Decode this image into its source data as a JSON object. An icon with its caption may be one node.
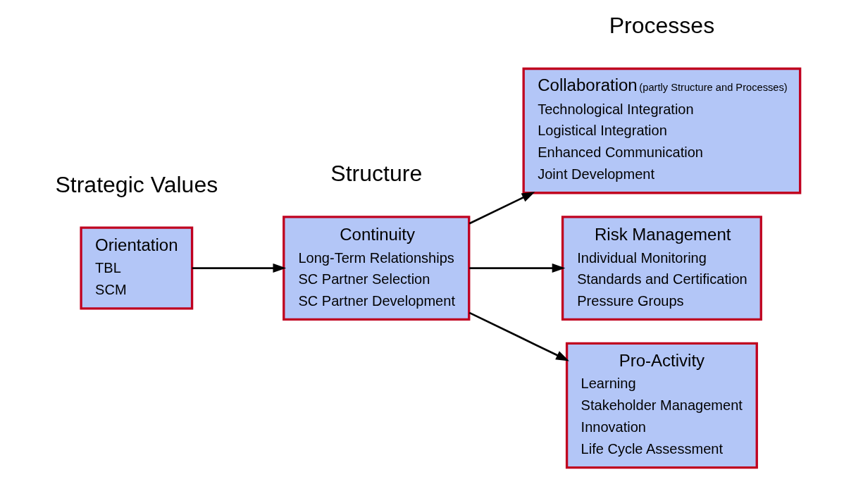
{
  "diagram": {
    "nodes": [
      {
        "text": [
          "Orientation",
          "TBL",
          "SCM"
        ]
      },
      {
        "text": [
          "Continuity",
          "Long-Term Relationships",
          "SC Partner Selection",
          "SC Partner Development"
        ]
      },
      {
        "text": [
          "Collaboration",
          "(partly Structure and Processes)",
          "Technological Integration",
          "Logistical Integration",
          "Enhanced Communication",
          "Joint Development"
        ]
      },
      {
        "text": [
          "Risk Management",
          "Individual Monitoring",
          "Standards and Certification",
          "Pressure Groups"
        ]
      },
      {
        "text": [
          "Pro-Activity",
          "Learning",
          "Stakeholder Management",
          "Innovation",
          "Life Cycle Assessment"
        ]
      }
    ],
    "edges": [
      {
        "from": 0,
        "to": 1,
        "arrow": "to"
      },
      {
        "from": 1,
        "to": 2,
        "arrow": "to"
      },
      {
        "from": 1,
        "to": 3,
        "arrow": "to"
      },
      {
        "from": 1,
        "to": 4,
        "arrow": "to"
      }
    ],
    "labels": [
      "Strategic Values",
      "Structure",
      "Processes"
    ]
  }
}
